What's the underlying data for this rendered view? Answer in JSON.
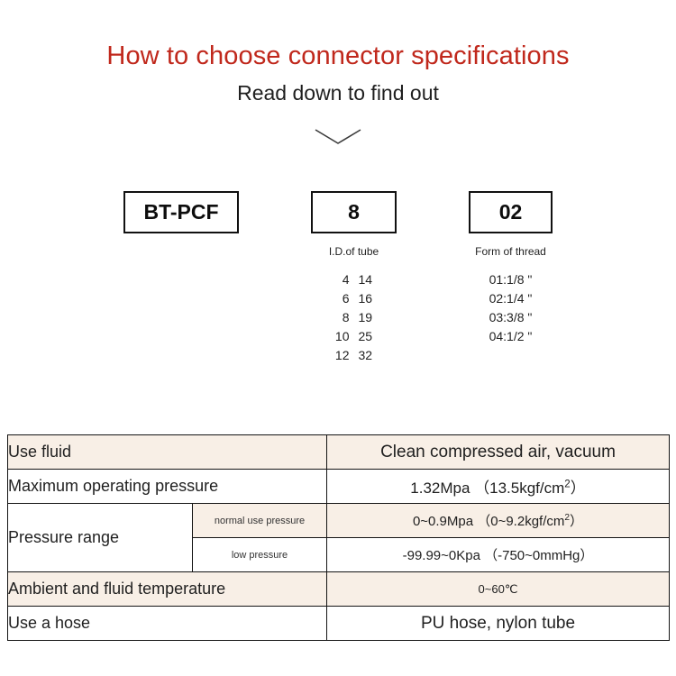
{
  "header": {
    "title": "How to choose connector specifications",
    "subtitle": "Read down to find out",
    "title_color": "#c0281c",
    "arrow_icon": "chevron-down-icon"
  },
  "code_breakdown": {
    "prefix_box": {
      "value": "BT-PCF",
      "caption": ""
    },
    "id_box": {
      "value": "8",
      "caption": "I.D.of tube"
    },
    "thread_box": {
      "value": "02",
      "caption": "Form of thread"
    },
    "id_options": [
      {
        "a": "4",
        "b": "14"
      },
      {
        "a": "6",
        "b": "16"
      },
      {
        "a": "8",
        "b": "19"
      },
      {
        "a": "10",
        "b": "25"
      },
      {
        "a": "12",
        "b": "32"
      }
    ],
    "thread_options": [
      "01:1/8 \"",
      "02:1/4 \"",
      "03:3/8 \"",
      "04:1/2 \""
    ]
  },
  "spec_table": {
    "row_bg_beige": "#f8efe6",
    "row_bg_white": "#ffffff",
    "rows": [
      {
        "label": "Use fluid",
        "sub_label": "",
        "value": "Clean compressed air, vacuum",
        "shade": "beige"
      },
      {
        "label": "Maximum operating pressure",
        "sub_label": "",
        "value": "1.32Mpa （13.5kgf/cm2）",
        "shade": "white"
      },
      {
        "label": "Pressure range",
        "sub_label": "normal use pressure",
        "value": "0~0.9Mpa （0~9.2kgf/cm2）",
        "shade": "beige"
      },
      {
        "label": "",
        "sub_label": "low pressure",
        "value": "-99.99~0Kpa （-750~0mmHg）",
        "shade": "white"
      },
      {
        "label": "Ambient and fluid temperature",
        "sub_label": "",
        "value": "0~60℃",
        "shade": "beige"
      },
      {
        "label": "Use a hose",
        "sub_label": "",
        "value": "PU hose, nylon tube",
        "shade": "white"
      }
    ]
  }
}
